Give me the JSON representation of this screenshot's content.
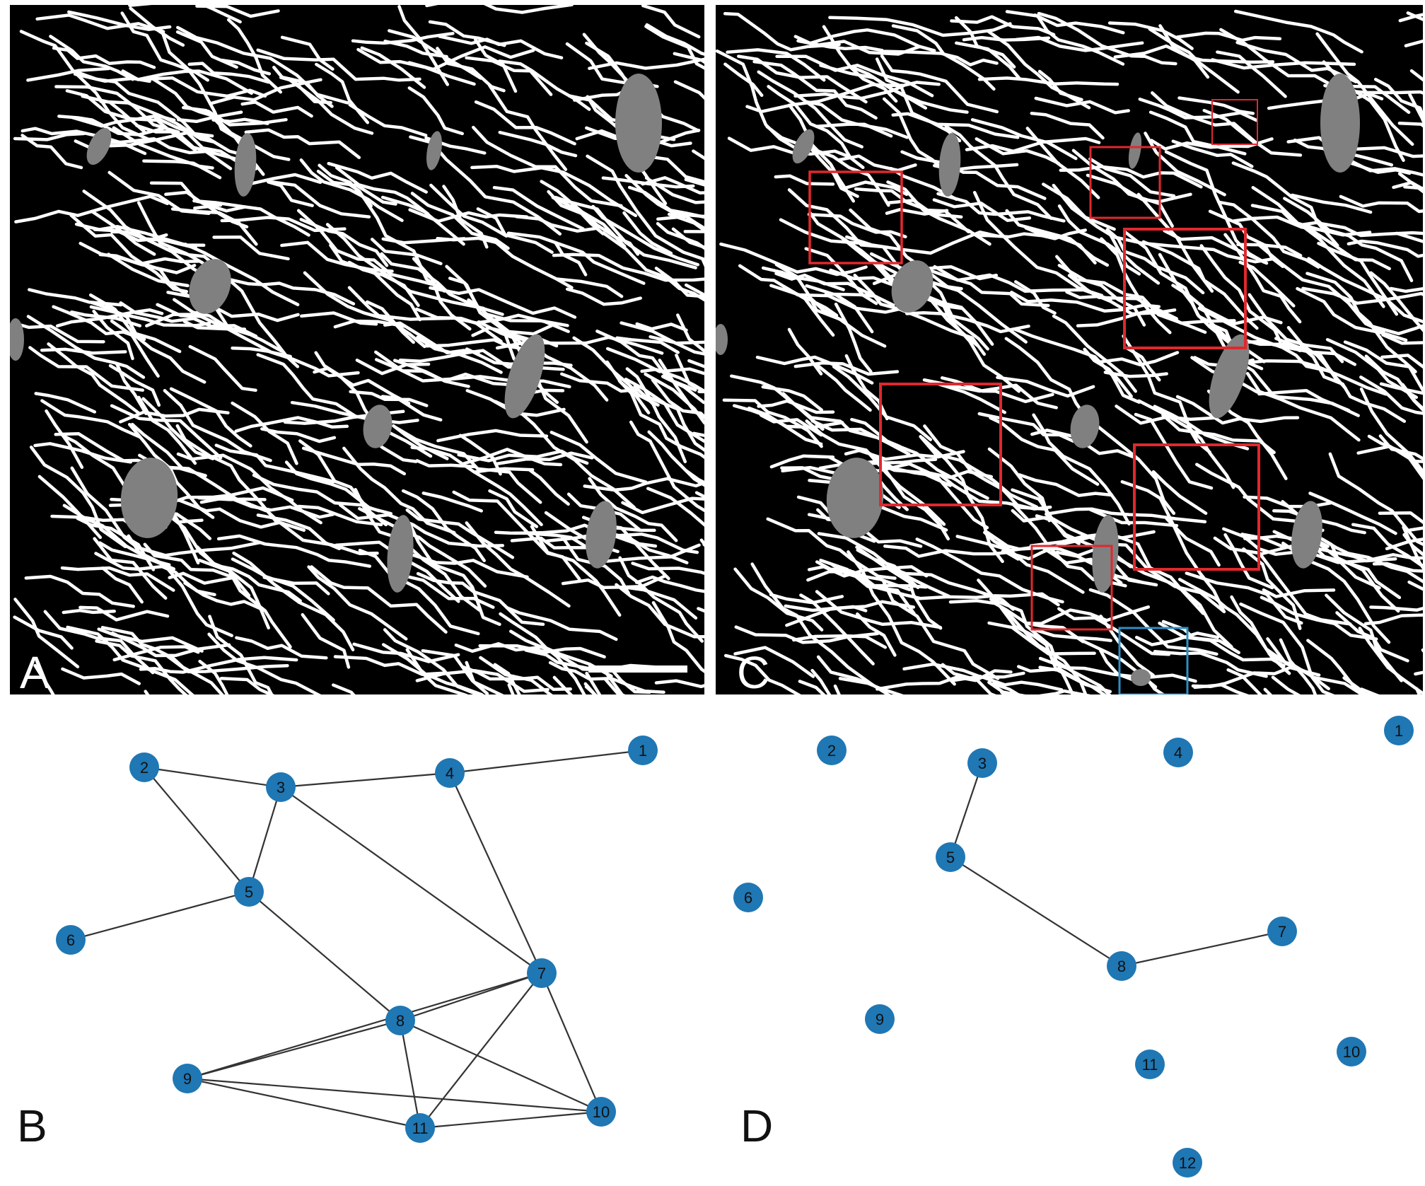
{
  "colors": {
    "image_background": "#000000",
    "neurite": "#ffffff",
    "soma": "#808080",
    "highlight_box_red": "#e0282e",
    "highlight_box_blue": "#2e8fc4",
    "node_fill": "#1f77b4",
    "node_label": "#111111",
    "edge": "#333333"
  },
  "panels": {
    "A": {
      "label": "A"
    },
    "B": {
      "label": "B",
      "nodes": [
        "1",
        "2",
        "3",
        "4",
        "5",
        "6",
        "7",
        "8",
        "9",
        "10",
        "11"
      ],
      "edges": [
        [
          "2",
          "3"
        ],
        [
          "3",
          "4"
        ],
        [
          "4",
          "1"
        ],
        [
          "2",
          "5"
        ],
        [
          "3",
          "5"
        ],
        [
          "5",
          "6"
        ],
        [
          "3",
          "7"
        ],
        [
          "4",
          "7"
        ],
        [
          "5",
          "8"
        ],
        [
          "8",
          "7"
        ],
        [
          "9",
          "7"
        ],
        [
          "9",
          "8"
        ],
        [
          "9",
          "11"
        ],
        [
          "9",
          "10"
        ],
        [
          "8",
          "11"
        ],
        [
          "8",
          "10"
        ],
        [
          "7",
          "11"
        ],
        [
          "7",
          "10"
        ],
        [
          "11",
          "10"
        ]
      ]
    },
    "C": {
      "label": "C"
    },
    "D": {
      "label": "D",
      "nodes": [
        "1",
        "2",
        "3",
        "4",
        "5",
        "6",
        "7",
        "8",
        "9",
        "10",
        "11",
        "12"
      ],
      "edges": [
        [
          "3",
          "5"
        ],
        [
          "5",
          "8"
        ],
        [
          "8",
          "7"
        ]
      ]
    }
  }
}
